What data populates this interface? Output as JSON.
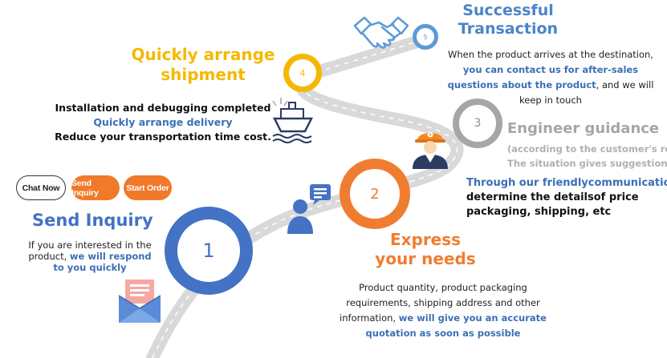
{
  "buttons": {
    "chat_now": "Chat Now",
    "send_inquiry": "Send Inquiry",
    "start_order": "Start Order"
  },
  "steps": {
    "s1": {
      "number": "1",
      "title": "Send Inquiry",
      "text": "If you are interested in the product,",
      "highlight": "we will respond to you quickly"
    },
    "s2": {
      "number": "2",
      "title_line1": "Express",
      "title_line2": "your needs",
      "text": "Product quantity, product packaging requirements, shipping address and other information,",
      "highlight": "we will give you an accurate quotation as soon as possible"
    },
    "s3": {
      "number": "3",
      "title": "Engineer guidance",
      "sub1": "(according to the customer's reality",
      "sub2": "The situation gives suggestions)",
      "line1": "Through our friendlycommunication",
      "line2": "determine the detailsof price",
      "line3": "packaging, shipping, etc"
    },
    "s4": {
      "number": "4",
      "title_line1": "Quickly arrange",
      "title_line2": "shipment",
      "line1": "Installation and debugging completed",
      "line2": "Quickly arrange delivery",
      "line3": "Reduce your transportation time cost."
    },
    "s5": {
      "number": "5",
      "title_line1": "Successful",
      "title_line2": "Transaction",
      "text_pre": "When the product arrives at the destination,",
      "highlight": "you can contact us for after-sales questions about the product",
      "text_post": ", and we will keep in touch"
    }
  },
  "colors": {
    "blue": "#4472c4",
    "orange": "#ef7d31",
    "yellow": "#f5b800",
    "gray": "#a6a6a6",
    "light_blue": "#5b9bd5"
  },
  "icons": [
    "handshake-icon",
    "ship-icon",
    "engineer-icon",
    "chat-person-icon",
    "envelope-icon"
  ]
}
